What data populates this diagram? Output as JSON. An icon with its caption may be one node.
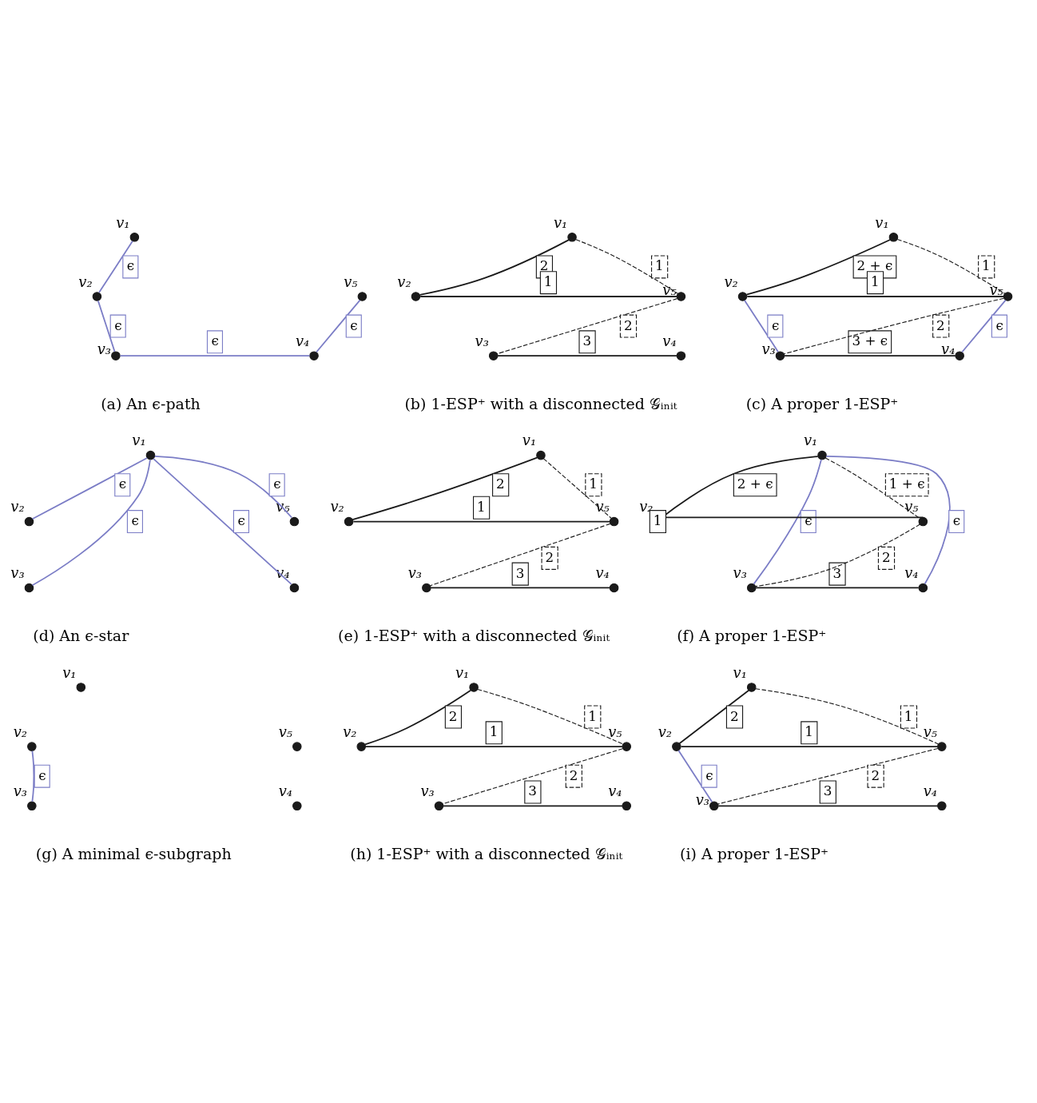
{
  "diagram": {
    "nodes": [
      {
        "text": [],
        "shape": "circle",
        "beside": [
          "v₁"
        ]
      },
      {
        "text": [],
        "shape": "circle",
        "beside": [
          "v₂"
        ]
      },
      {
        "text": [],
        "shape": "circle",
        "beside": [
          "v₃"
        ]
      },
      {
        "text": [],
        "shape": "circle",
        "beside": [
          "v₄"
        ]
      },
      {
        "text": [],
        "shape": "circle",
        "beside": [
          "v₅"
        ]
      },
      {
        "text": [],
        "shape": "circle",
        "beside": [
          "v₁"
        ]
      },
      {
        "text": [],
        "shape": "circle",
        "beside": [
          "v₂"
        ]
      },
      {
        "text": [],
        "shape": "circle",
        "beside": [
          "v₃"
        ]
      },
      {
        "text": [],
        "shape": "circle",
        "beside": [
          "v₄"
        ]
      },
      {
        "text": [],
        "shape": "circle",
        "beside": [
          "v₅"
        ]
      },
      {
        "text": [],
        "shape": "circle",
        "beside": [
          "v₁"
        ]
      },
      {
        "text": [],
        "shape": "circle",
        "beside": [
          "v₂"
        ]
      },
      {
        "text": [],
        "shape": "circle",
        "beside": [
          "v₃"
        ]
      },
      {
        "text": [],
        "shape": "circle",
        "beside": [
          "v₄"
        ]
      },
      {
        "text": [],
        "shape": "circle",
        "beside": [
          "v₅"
        ]
      },
      {
        "text": [],
        "shape": "circle",
        "beside": [
          "v₁"
        ]
      },
      {
        "text": [],
        "shape": "circle",
        "beside": [
          "v₂"
        ]
      },
      {
        "text": [],
        "shape": "circle",
        "beside": [
          "v₃"
        ]
      },
      {
        "text": [],
        "shape": "circle",
        "beside": [
          "v₄"
        ]
      },
      {
        "text": [],
        "shape": "circle",
        "beside": [
          "v₅"
        ]
      },
      {
        "text": [],
        "shape": "circle",
        "beside": [
          "v₁"
        ]
      },
      {
        "text": [],
        "shape": "circle",
        "beside": [
          "v₂"
        ]
      },
      {
        "text": [],
        "shape": "circle",
        "beside": [
          "v₃"
        ]
      },
      {
        "text": [],
        "shape": "circle",
        "beside": [
          "v₄"
        ]
      },
      {
        "text": [],
        "shape": "circle",
        "beside": [
          "v₅"
        ]
      },
      {
        "text": [],
        "shape": "circle",
        "beside": [
          "v₁"
        ]
      },
      {
        "text": [],
        "shape": "circle",
        "beside": [
          "v₂"
        ]
      },
      {
        "text": [],
        "shape": "circle",
        "beside": [
          "v₃"
        ]
      },
      {
        "text": [],
        "shape": "circle",
        "beside": [
          "v₄"
        ]
      },
      {
        "text": [],
        "shape": "circle",
        "beside": [
          "v₅"
        ]
      },
      {
        "text": [],
        "shape": "circle",
        "beside": [
          "v₁"
        ]
      },
      {
        "text": [],
        "shape": "circle",
        "beside": [
          "v₂"
        ]
      },
      {
        "text": [],
        "shape": "circle",
        "beside": [
          "v₃"
        ]
      },
      {
        "text": [],
        "shape": "circle",
        "beside": [
          "v₄"
        ]
      },
      {
        "text": [],
        "shape": "circle",
        "beside": [
          "v₅"
        ]
      },
      {
        "text": [],
        "shape": "circle",
        "beside": [
          "v₁"
        ]
      },
      {
        "text": [],
        "shape": "circle",
        "beside": [
          "v₂"
        ]
      },
      {
        "text": [],
        "shape": "circle",
        "beside": [
          "v₃"
        ]
      },
      {
        "text": [],
        "shape": "circle",
        "beside": [
          "v₄"
        ]
      },
      {
        "text": [],
        "shape": "circle",
        "beside": [
          "v₅"
        ]
      },
      {
        "text": [],
        "shape": "circle",
        "beside": [
          "v₁"
        ]
      },
      {
        "text": [],
        "shape": "circle",
        "beside": [
          "v₂"
        ]
      },
      {
        "text": [],
        "shape": "circle",
        "beside": [
          "v₃"
        ]
      },
      {
        "text": [],
        "shape": "circle",
        "beside": [
          "v₄"
        ]
      },
      {
        "text": [],
        "shape": "circle",
        "beside": [
          "v₅"
        ]
      }
    ],
    "edges": [
      {
        "from": 0,
        "to": 1,
        "arrow": "none",
        "label": "ϵ",
        "color": "#7b7dc6"
      },
      {
        "from": 1,
        "to": 2,
        "arrow": "none",
        "label": "ϵ",
        "color": "#7b7dc6"
      },
      {
        "from": 2,
        "to": 3,
        "arrow": "none",
        "label": "ϵ",
        "color": "#7b7dc6"
      },
      {
        "from": 3,
        "to": 4,
        "arrow": "none",
        "label": "ϵ",
        "color": "#7b7dc6"
      },
      {
        "from": 5,
        "to": 6,
        "arrow": "none",
        "label": "2"
      },
      {
        "from": 5,
        "to": 9,
        "arrow": "none",
        "label": "1",
        "style": "dashed"
      },
      {
        "from": 6,
        "to": 9,
        "arrow": "none",
        "label": "1"
      },
      {
        "from": 9,
        "to": 7,
        "arrow": "none",
        "label": "2",
        "style": "dashed"
      },
      {
        "from": 7,
        "to": 8,
        "arrow": "none",
        "label": "3"
      },
      {
        "from": 10,
        "to": 11,
        "arrow": "none",
        "label": "2 + ϵ"
      },
      {
        "from": 10,
        "to": 14,
        "arrow": "none",
        "label": "1",
        "style": "dashed"
      },
      {
        "from": 11,
        "to": 14,
        "arrow": "none",
        "label": "1"
      },
      {
        "from": 14,
        "to": 12,
        "arrow": "none",
        "label": "2",
        "style": "dashed"
      },
      {
        "from": 12,
        "to": 13,
        "arrow": "none",
        "label": "3 + ϵ"
      },
      {
        "from": 11,
        "to": 12,
        "arrow": "none",
        "label": "ϵ",
        "color": "#7b7dc6"
      },
      {
        "from": 14,
        "to": 13,
        "arrow": "none",
        "label": "ϵ",
        "color": "#7b7dc6"
      },
      {
        "from": 15,
        "to": 16,
        "arrow": "none",
        "label": "ϵ",
        "color": "#7b7dc6"
      },
      {
        "from": 15,
        "to": 19,
        "arrow": "none",
        "label": "ϵ",
        "color": "#7b7dc6"
      },
      {
        "from": 15,
        "to": 17,
        "arrow": "none",
        "label": "ϵ",
        "color": "#7b7dc6"
      },
      {
        "from": 15,
        "to": 18,
        "arrow": "none",
        "label": "ϵ",
        "color": "#7b7dc6"
      },
      {
        "from": 20,
        "to": 21,
        "arrow": "none",
        "label": "2"
      },
      {
        "from": 20,
        "to": 24,
        "arrow": "none",
        "label": "1",
        "style": "dashed"
      },
      {
        "from": 21,
        "to": 24,
        "arrow": "none",
        "label": "1"
      },
      {
        "from": 24,
        "to": 22,
        "arrow": "none",
        "label": "2",
        "style": "dashed"
      },
      {
        "from": 22,
        "to": 23,
        "arrow": "none",
        "label": "3"
      },
      {
        "from": 25,
        "to": 26,
        "arrow": "none",
        "label": "2 + ϵ"
      },
      {
        "from": 25,
        "to": 29,
        "arrow": "none",
        "label": "1 + ϵ",
        "style": "dashed"
      },
      {
        "from": 26,
        "to": 29,
        "arrow": "none",
        "label": "1"
      },
      {
        "from": 29,
        "to": 27,
        "arrow": "none",
        "label": "2",
        "style": "dashed"
      },
      {
        "from": 27,
        "to": 28,
        "arrow": "none",
        "label": "3"
      },
      {
        "from": 25,
        "to": 27,
        "arrow": "none",
        "label": "ϵ",
        "color": "#7b7dc6"
      },
      {
        "from": 25,
        "to": 28,
        "arrow": "none",
        "label": "ϵ",
        "color": "#7b7dc6"
      },
      {
        "from": 31,
        "to": 32,
        "arrow": "none",
        "label": "ϵ",
        "color": "#7b7dc6"
      },
      {
        "from": 35,
        "to": 36,
        "arrow": "none",
        "label": "2"
      },
      {
        "from": 35,
        "to": 39,
        "arrow": "none",
        "label": "1",
        "style": "dashed"
      },
      {
        "from": 36,
        "to": 39,
        "arrow": "none",
        "label": "1"
      },
      {
        "from": 39,
        "to": 37,
        "arrow": "none",
        "label": "2",
        "style": "dashed"
      },
      {
        "from": 37,
        "to": 38,
        "arrow": "none",
        "label": "3"
      },
      {
        "from": 40,
        "to": 41,
        "arrow": "none",
        "label": "2"
      },
      {
        "from": 40,
        "to": 44,
        "arrow": "none",
        "label": "1",
        "style": "dashed"
      },
      {
        "from": 41,
        "to": 44,
        "arrow": "none",
        "label": "1"
      },
      {
        "from": 44,
        "to": 42,
        "arrow": "none",
        "label": "2",
        "style": "dashed"
      },
      {
        "from": 42,
        "to": 43,
        "arrow": "none",
        "label": "3"
      },
      {
        "from": 41,
        "to": 42,
        "arrow": "none",
        "label": "ϵ",
        "color": "#7b7dc6"
      }
    ],
    "labels": [
      "(a) An ϵ-path",
      "(b) 1-ESP⁺ with a disconnected 𝒢ᵢₙᵢₜ",
      "(c) A proper 1-ESP⁺",
      "(d) An ϵ-star",
      "(e) 1-ESP⁺ with a disconnected 𝒢ᵢₙᵢₜ",
      "(f) A proper 1-ESP⁺",
      "(g) A minimal ϵ-subgraph",
      "(h) 1-ESP⁺ with a disconnected 𝒢ᵢₙᵢₜ",
      "(i) A proper 1-ESP⁺"
    ]
  }
}
